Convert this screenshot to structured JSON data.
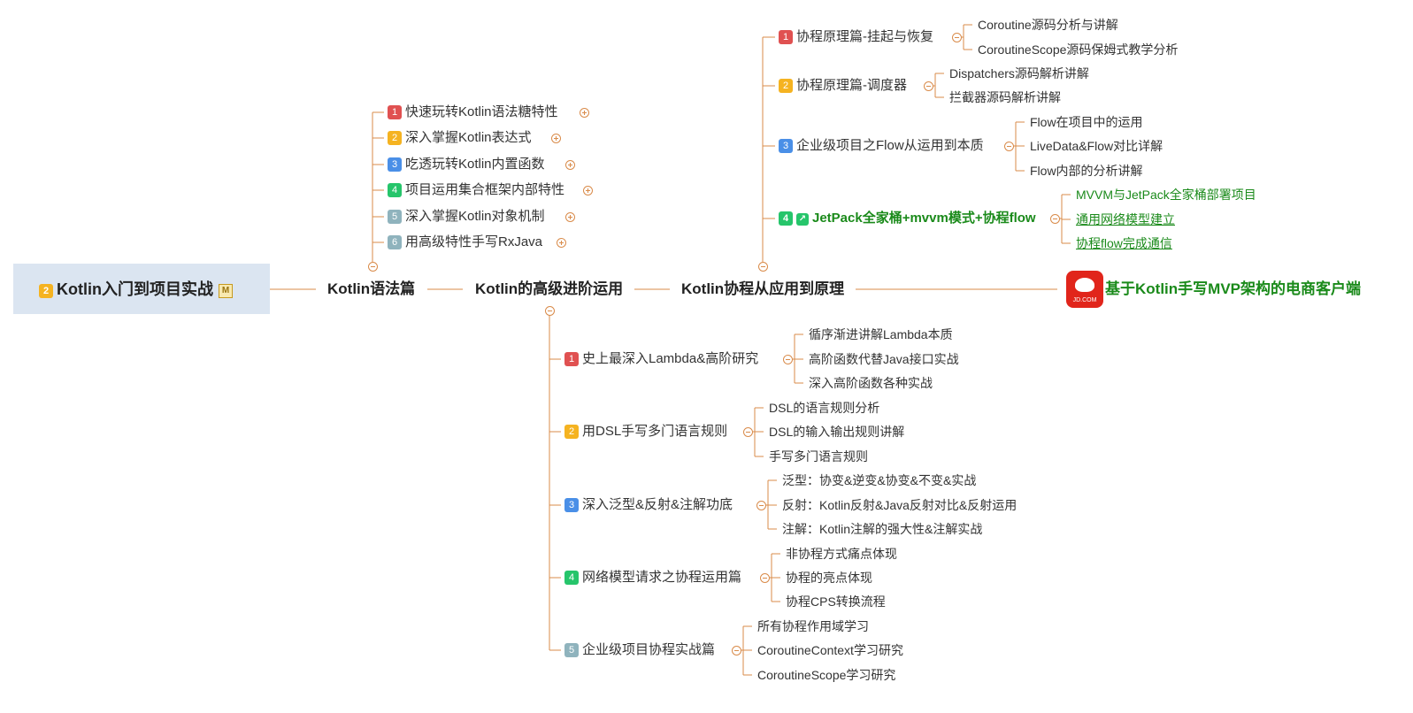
{
  "root": {
    "number": "2",
    "label": "Kotlin入门到项目实战",
    "flag": "M"
  },
  "chapters": {
    "syntax": "Kotlin语法篇",
    "advanced": "Kotlin的高级进阶运用",
    "coroutine": "Kotlin协程从应用到原理",
    "project": "基于Kotlin手写MVP架构的电商客户端",
    "project_logo_text": "JD.COM"
  },
  "syntax_items": [
    {
      "num": "1",
      "label": "快速玩转Kotlin语法糖特性"
    },
    {
      "num": "2",
      "label": "深入掌握Kotlin表达式"
    },
    {
      "num": "3",
      "label": "吃透玩转Kotlin内置函数"
    },
    {
      "num": "4",
      "label": "项目运用集合框架内部特性"
    },
    {
      "num": "5",
      "label": "深入掌握Kotlin对象机制"
    },
    {
      "num": "6",
      "label": "用高级特性手写RxJava"
    }
  ],
  "coroutine_items": [
    {
      "num": "1",
      "label": "协程原理篇-挂起与恢复",
      "children": [
        "Coroutine源码分析与讲解",
        "CoroutineScope源码保姆式教学分析"
      ]
    },
    {
      "num": "2",
      "label": "协程原理篇-调度器",
      "children": [
        "Dispatchers源码解析讲解",
        "拦截器源码解析讲解"
      ]
    },
    {
      "num": "3",
      "label": "企业级项目之Flow从运用到本质",
      "children": [
        "Flow在项目中的运用",
        "LiveData&Flow对比详解",
        "Flow内部的分析讲解"
      ]
    },
    {
      "num": "4",
      "label": "JetPack全家桶+mvvm模式+协程flow",
      "children": [
        "MVVM与JetPack全家桶部署项目",
        "通用网络模型建立",
        "协程flow完成通信"
      ]
    }
  ],
  "advanced_items": [
    {
      "num": "1",
      "label": "史上最深入Lambda&高阶研究",
      "children": [
        "循序渐进讲解Lambda本质",
        "高阶函数代替Java接口实战",
        "深入高阶函数各种实战"
      ]
    },
    {
      "num": "2",
      "label": "用DSL手写多门语言规则",
      "children": [
        "DSL的语言规则分析",
        "DSL的输入输出规则讲解",
        "手写多门语言规则"
      ]
    },
    {
      "num": "3",
      "label": "深入泛型&反射&注解功底",
      "children": [
        "泛型：协变&逆变&协变&不变&实战",
        "反射：Kotlin反射&Java反射对比&反射运用",
        "注解：Kotlin注解的强大性&注解实战"
      ]
    },
    {
      "num": "4",
      "label": "网络模型请求之协程运用篇",
      "children": [
        "非协程方式痛点体现",
        "协程的亮点体现",
        "协程CPS转换流程"
      ]
    },
    {
      "num": "5",
      "label": "企业级项目协程实战篇",
      "children": [
        "所有协程作用域学习",
        "CoroutineContext学习研究",
        "CoroutineScope学习研究"
      ]
    }
  ],
  "colors": {
    "line": "#d98b4a",
    "root_bg": "#dbe5f1",
    "green": "#1a8a1a"
  }
}
